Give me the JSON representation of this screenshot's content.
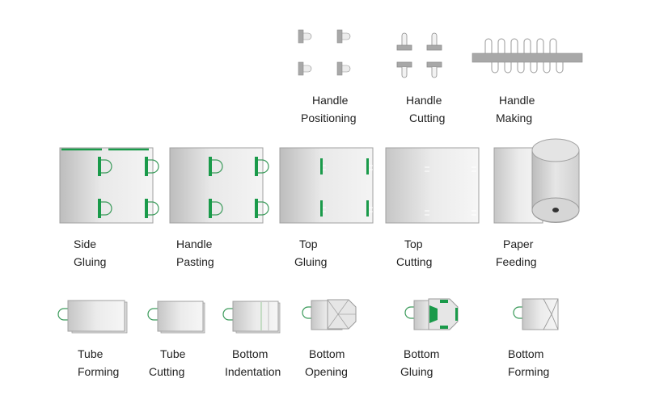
{
  "labels": {
    "handle_positioning": [
      "Handle",
      "Positioning"
    ],
    "handle_cutting": [
      "Handle",
      "Cutting"
    ],
    "handle_making": [
      "Handle",
      "Making"
    ],
    "side_gluing": [
      "Side",
      "Gluing"
    ],
    "handle_pasting": [
      "Handle",
      "Pasting"
    ],
    "top_gluing": [
      "Top",
      "Gluing"
    ],
    "top_cutting": [
      "Top",
      "Cutting"
    ],
    "paper_feeding": [
      "Paper",
      "Feeding"
    ],
    "tube_forming": [
      "Tube",
      "Forming"
    ],
    "tube_cutting": [
      "Tube",
      "Cutting"
    ],
    "bottom_indentation": [
      "Bottom",
      "Indentation"
    ],
    "bottom_opening": [
      "Bottom",
      "Opening"
    ],
    "bottom_gluing": [
      "Bottom",
      "Gluing"
    ],
    "bottom_forming": [
      "Bottom",
      "Forming"
    ]
  },
  "colors": {
    "paper_light": "#efefef",
    "paper_dark": "#bdbdbd",
    "outline": "#9a9a9a",
    "glue_green": "#1a9a4a",
    "handle_green": "#3a9a5a",
    "part_grey": "#a8a8a8"
  }
}
